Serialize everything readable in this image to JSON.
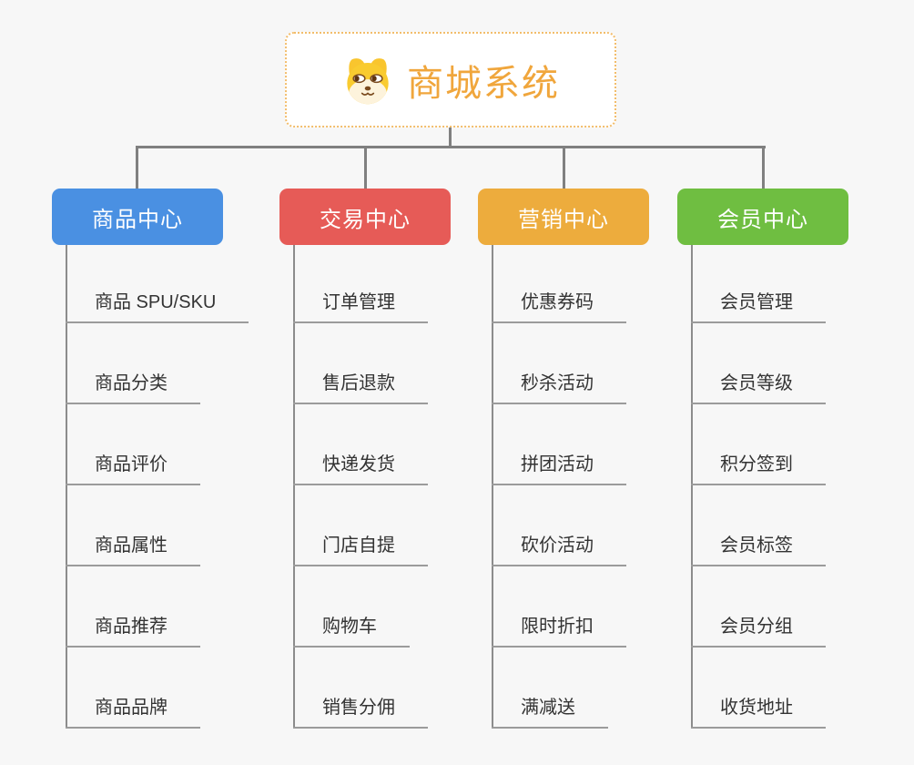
{
  "root": {
    "title": "商城系统",
    "icon": "shiba-dog-icon"
  },
  "branches": [
    {
      "label": "商品中心",
      "color": "#4a90e2",
      "items": [
        "商品 SPU/SKU",
        "商品分类",
        "商品评价",
        "商品属性",
        "商品推荐",
        "商品品牌"
      ]
    },
    {
      "label": "交易中心",
      "color": "#e65b57",
      "items": [
        "订单管理",
        "售后退款",
        "快递发货",
        "门店自提",
        "购物车",
        "销售分佣"
      ]
    },
    {
      "label": "营销中心",
      "color": "#edac3d",
      "items": [
        "优惠券码",
        "秒杀活动",
        "拼团活动",
        "砍价活动",
        "限时折扣",
        "满减送"
      ]
    },
    {
      "label": "会员中心",
      "color": "#6fbe41",
      "items": [
        "会员管理",
        "会员等级",
        "积分签到",
        "会员标签",
        "会员分组",
        "收货地址"
      ]
    }
  ],
  "colors": {
    "background": "#f7f7f7",
    "root_text": "#f0a63c",
    "root_border": "#f2bd6b",
    "connector": "#808080",
    "branch_trunk": "#8c8c8c",
    "leaf_underline": "#9b9b9b",
    "leaf_text": "#333333"
  }
}
